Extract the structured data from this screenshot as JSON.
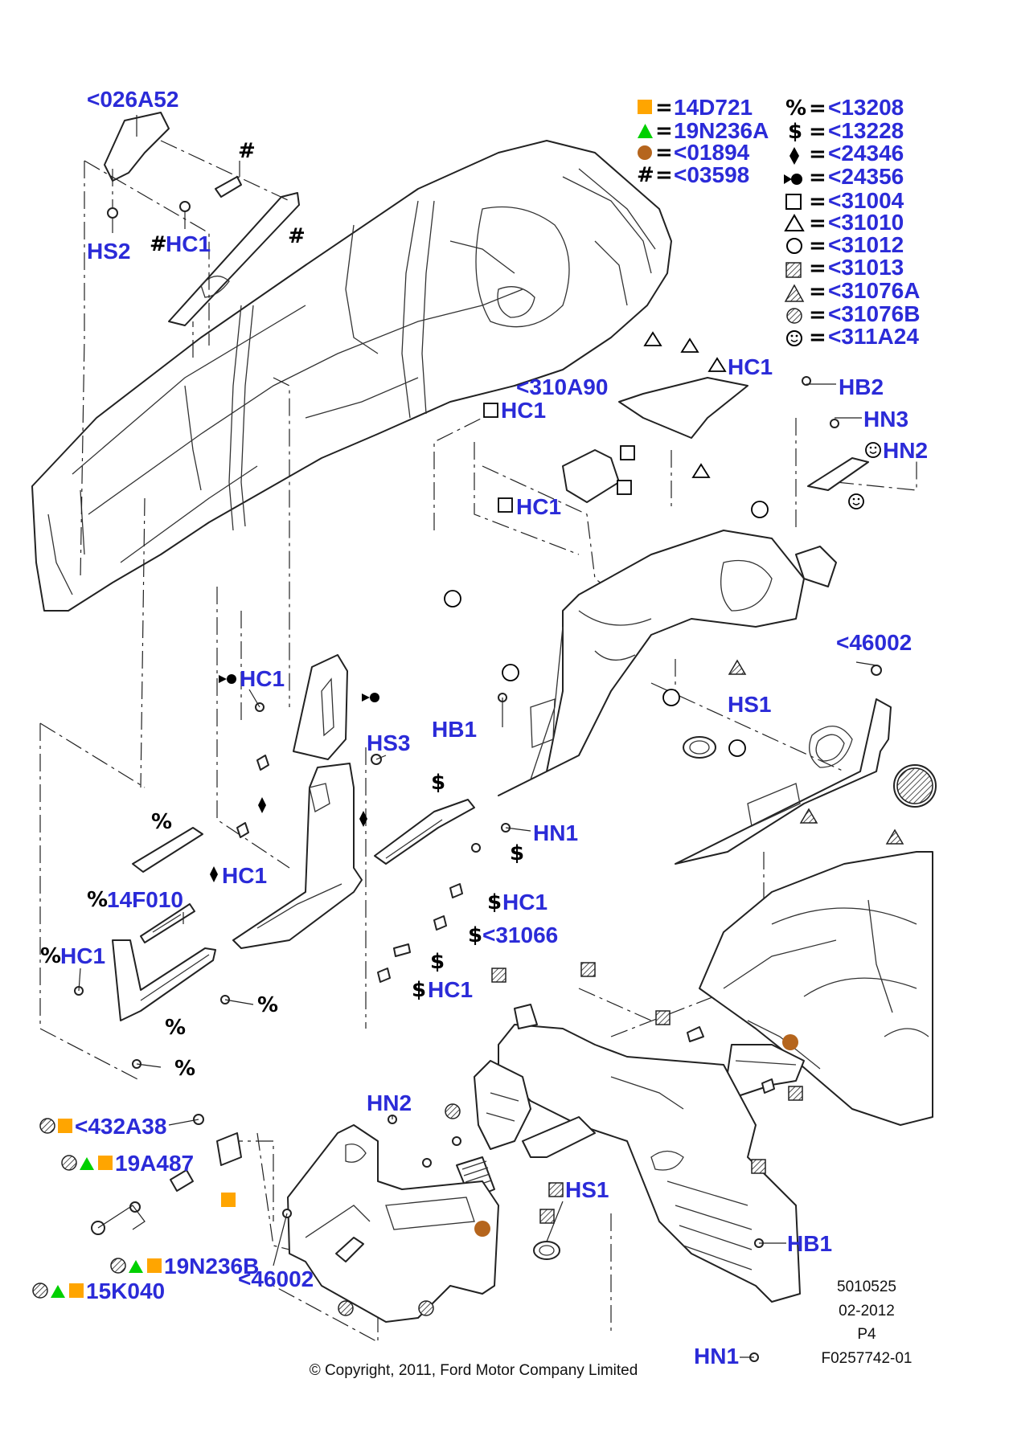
{
  "legend_left": [
    {
      "symbol": "square-orange",
      "code": "14D721"
    },
    {
      "symbol": "triangle-green",
      "code": "19N236A"
    },
    {
      "symbol": "circle-brown",
      "code": "<01894"
    },
    {
      "symbol": "#",
      "code": "<03598"
    }
  ],
  "legend_right": [
    {
      "symbol": "%",
      "code": "<13208"
    },
    {
      "symbol": "$",
      "code": "<13228"
    },
    {
      "symbol": "diamond",
      "code": "<24346"
    },
    {
      "symbol": "arrow-dot",
      "code": "<24356"
    },
    {
      "symbol": "square-outline",
      "code": "<31004"
    },
    {
      "symbol": "triangle-outline",
      "code": "<31010"
    },
    {
      "symbol": "circle-outline",
      "code": "<31012"
    },
    {
      "symbol": "hatched-square",
      "code": "<31013"
    },
    {
      "symbol": "hatched-triangle",
      "code": "<31076A"
    },
    {
      "symbol": "hatched-circle",
      "code": "<31076B"
    },
    {
      "symbol": "smiley",
      "code": "<311A24"
    }
  ],
  "equals": "=",
  "callouts": {
    "p026A52": "<026A52",
    "hs2": "HS2",
    "hc1_hash": "HC1",
    "hash": "#",
    "p310A90": "<310A90",
    "hc1_sq_a": "HC1",
    "hc1_sq_b": "HC1",
    "hc1_tri": "HC1",
    "hb2": "HB2",
    "hn3": "HN3",
    "hn2_top": "HN2",
    "p46002_top": "<46002",
    "hc1_arrow": "HC1",
    "hs3": "HS3",
    "hb1_mid": "HB1",
    "hs1_top": "HS1",
    "hn1_mid": "HN1",
    "hc1_diamond": "HC1",
    "dollar_hc1_a": "HC1",
    "p31066": "<31066",
    "dollar_hc1_b": "HC1",
    "p14F010": "14F010",
    "pct_hc1": "HC1",
    "dollar": "$",
    "percent": "%",
    "p432A38": "<432A38",
    "p19A487": "19A487",
    "p19N236B": "19N236B",
    "p15K040": "15K040",
    "hn2_bot": "HN2",
    "p46002_bot": "<46002",
    "hs1_bot": "HS1",
    "hb1_bot": "HB1",
    "hn1_bot": "HN1"
  },
  "footer": {
    "ref1": "5010525",
    "date": "02-2012",
    "page": "P4",
    "figure": "F0257742-01",
    "copyright": "© Copyright, 2011, Ford Motor Company Limited"
  },
  "colors": {
    "label_blue": "#2b2bd8",
    "orange": "#ffa500",
    "green": "#00d000",
    "brown": "#b5651d"
  }
}
